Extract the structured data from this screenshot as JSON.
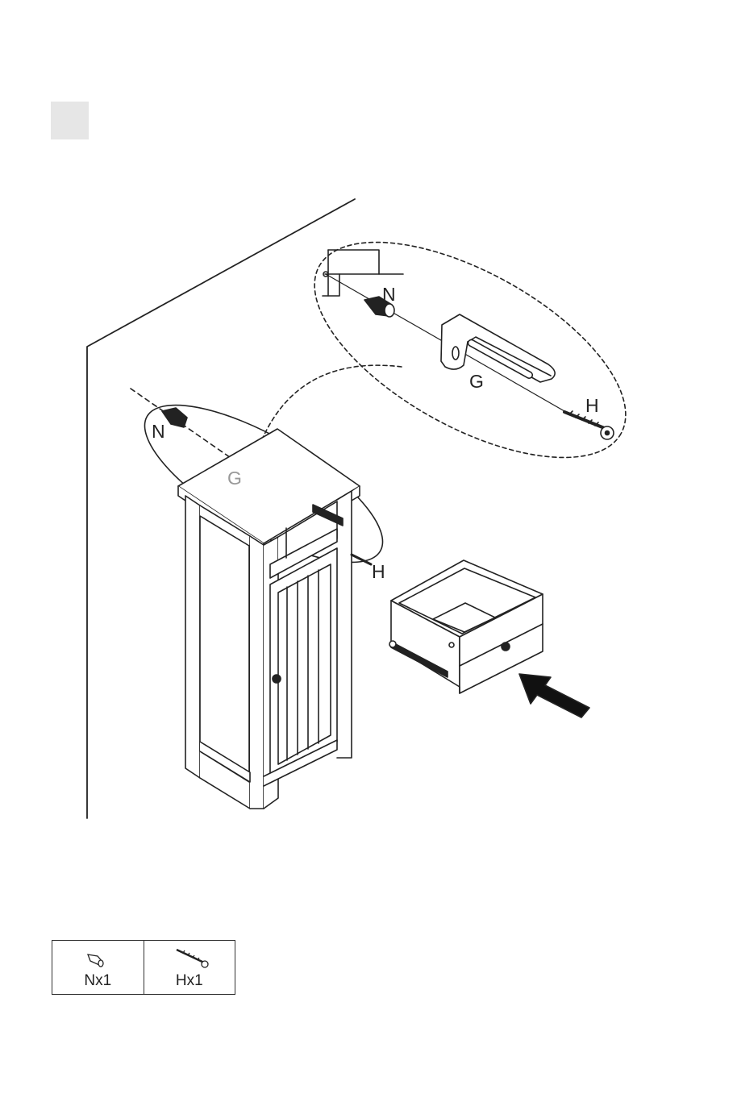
{
  "step": {
    "label": ""
  },
  "diagram": {
    "callouts": {
      "top_n": "N",
      "top_g": "G",
      "top_h": "H",
      "left_n": "N",
      "left_g": "G",
      "left_h": "H"
    }
  },
  "parts": [
    {
      "icon": "wall-plug-icon",
      "label": "Nx1"
    },
    {
      "icon": "screw-icon",
      "label": "Hx1"
    }
  ],
  "colors": {
    "line": "#222222",
    "step_box": "#e6e6e6",
    "faded_label": "#999999",
    "arrow": "#111111"
  }
}
